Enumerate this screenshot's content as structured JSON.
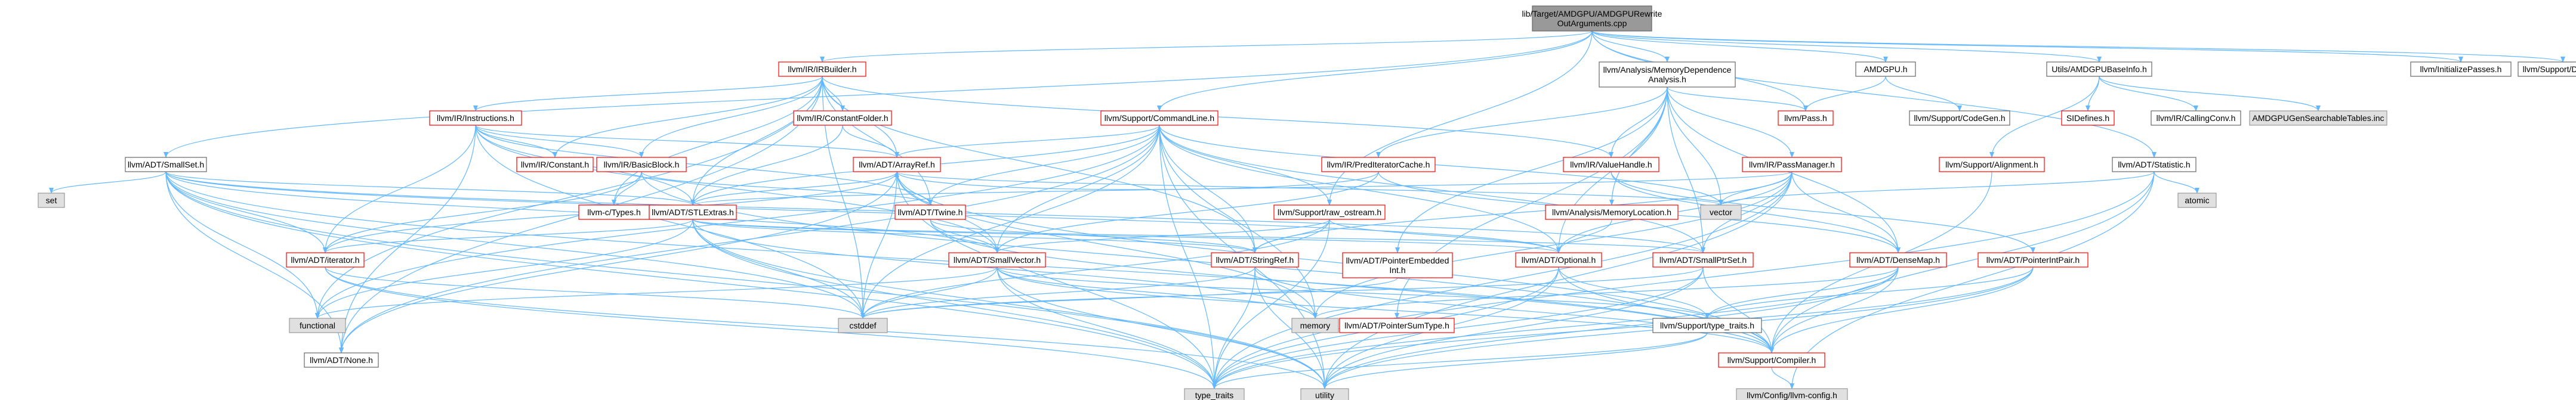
{
  "nodes": [
    {
      "id": "root",
      "lines": [
        "lib/Target/AMDGPU/AMDGPURewrite",
        "OutArguments.cpp"
      ],
      "style": "root",
      "clickable": false
    },
    {
      "id": "irbuilder",
      "lines": [
        "llvm/IR/IRBuilder.h"
      ],
      "style": "red",
      "clickable": true
    },
    {
      "id": "instructions",
      "lines": [
        "llvm/IR/Instructions.h"
      ],
      "style": "red",
      "clickable": true
    },
    {
      "id": "constfolder",
      "lines": [
        "llvm/IR/ConstantFolder.h"
      ],
      "style": "red",
      "clickable": true
    },
    {
      "id": "smallset",
      "lines": [
        "llvm/ADT/SmallSet.h"
      ],
      "style": "plain",
      "clickable": true
    },
    {
      "id": "set",
      "lines": [
        "set"
      ],
      "style": "gray",
      "clickable": false
    },
    {
      "id": "constant",
      "lines": [
        "llvm/IR/Constant.h"
      ],
      "style": "red",
      "clickable": true
    },
    {
      "id": "basicblock",
      "lines": [
        "llvm/IR/BasicBlock.h"
      ],
      "style": "red",
      "clickable": true
    },
    {
      "id": "cl",
      "lines": [
        "llvm/Support/CommandLine.h"
      ],
      "style": "red",
      "clickable": true
    },
    {
      "id": "arrayref",
      "lines": [
        "llvm/ADT/ArrayRef.h"
      ],
      "style": "red",
      "clickable": true
    },
    {
      "id": "ctypes",
      "lines": [
        "llvm-c/Types.h"
      ],
      "style": "red",
      "clickable": true
    },
    {
      "id": "stlextras",
      "lines": [
        "llvm/ADT/STLExtras.h"
      ],
      "style": "red",
      "clickable": true
    },
    {
      "id": "twine",
      "lines": [
        "llvm/ADT/Twine.h"
      ],
      "style": "red",
      "clickable": true
    },
    {
      "id": "iterator",
      "lines": [
        "llvm/ADT/iterator.h"
      ],
      "style": "red",
      "clickable": true
    },
    {
      "id": "smallvector",
      "lines": [
        "llvm/ADT/SmallVector.h"
      ],
      "style": "red",
      "clickable": true
    },
    {
      "id": "functional",
      "lines": [
        "functional"
      ],
      "style": "gray",
      "clickable": false
    },
    {
      "id": "cstddef",
      "lines": [
        "cstddef"
      ],
      "style": "gray",
      "clickable": false
    },
    {
      "id": "none",
      "lines": [
        "llvm/ADT/None.h"
      ],
      "style": "plain",
      "clickable": true
    },
    {
      "id": "typetraits",
      "lines": [
        "type_traits"
      ],
      "style": "gray",
      "clickable": false
    },
    {
      "id": "utility",
      "lines": [
        "utility"
      ],
      "style": "gray",
      "clickable": false
    },
    {
      "id": "memory",
      "lines": [
        "memory"
      ],
      "style": "gray",
      "clickable": false
    },
    {
      "id": "rawostream",
      "lines": [
        "llvm/Support/raw_ostream.h"
      ],
      "style": "red",
      "clickable": true
    },
    {
      "id": "stringref",
      "lines": [
        "llvm/ADT/StringRef.h"
      ],
      "style": "red",
      "clickable": true
    },
    {
      "id": "memdep",
      "lines": [
        "llvm/Analysis/MemoryDependence",
        "Analysis.h"
      ],
      "style": "plain",
      "clickable": true
    },
    {
      "id": "predcache",
      "lines": [
        "llvm/IR/PredIteratorCache.h"
      ],
      "style": "red",
      "clickable": true
    },
    {
      "id": "valuehandle",
      "lines": [
        "llvm/IR/ValueHandle.h"
      ],
      "style": "red",
      "clickable": true
    },
    {
      "id": "memloc",
      "lines": [
        "llvm/Analysis/MemoryLocation.h"
      ],
      "style": "red",
      "clickable": true
    },
    {
      "id": "passmanager",
      "lines": [
        "llvm/IR/PassManager.h"
      ],
      "style": "red",
      "clickable": true
    },
    {
      "id": "vector",
      "lines": [
        "vector"
      ],
      "style": "gray",
      "clickable": false
    },
    {
      "id": "ptrembint",
      "lines": [
        "llvm/ADT/PointerEmbedded",
        "Int.h"
      ],
      "style": "red",
      "clickable": true
    },
    {
      "id": "ptrsumtype",
      "lines": [
        "llvm/ADT/PointerSumType.h"
      ],
      "style": "red",
      "clickable": true
    },
    {
      "id": "optional",
      "lines": [
        "llvm/ADT/Optional.h"
      ],
      "style": "red",
      "clickable": true
    },
    {
      "id": "smallptrset",
      "lines": [
        "llvm/ADT/SmallPtrSet.h"
      ],
      "style": "red",
      "clickable": true
    },
    {
      "id": "densemap",
      "lines": [
        "llvm/ADT/DenseMap.h"
      ],
      "style": "red",
      "clickable": true
    },
    {
      "id": "supporttypetraits",
      "lines": [
        "llvm/Support/type_traits.h"
      ],
      "style": "plain",
      "clickable": true
    },
    {
      "id": "compiler",
      "lines": [
        "llvm/Support/Compiler.h"
      ],
      "style": "red",
      "clickable": true
    },
    {
      "id": "llvmconfig",
      "lines": [
        "llvm/Config/llvm-config.h"
      ],
      "style": "gray",
      "clickable": false
    },
    {
      "id": "amdgpu",
      "lines": [
        "AMDGPU.h"
      ],
      "style": "plain",
      "clickable": true
    },
    {
      "id": "pass",
      "lines": [
        "llvm/Pass.h"
      ],
      "style": "red",
      "clickable": true
    },
    {
      "id": "codegen",
      "lines": [
        "llvm/Support/CodeGen.h"
      ],
      "style": "plain",
      "clickable": true
    },
    {
      "id": "baseinfo",
      "lines": [
        "Utils/AMDGPUBaseInfo.h"
      ],
      "style": "plain",
      "clickable": true
    },
    {
      "id": "sidefines",
      "lines": [
        "SIDefines.h"
      ],
      "style": "red",
      "clickable": true
    },
    {
      "id": "callingconv",
      "lines": [
        "llvm/IR/CallingConv.h"
      ],
      "style": "plain",
      "clickable": true
    },
    {
      "id": "searchable",
      "lines": [
        "AMDGPUGenSearchableTables.inc"
      ],
      "style": "gray",
      "clickable": false
    },
    {
      "id": "alignment",
      "lines": [
        "llvm/Support/Alignment.h"
      ],
      "style": "red",
      "clickable": true
    },
    {
      "id": "ptrintpair",
      "lines": [
        "llvm/ADT/PointerIntPair.h"
      ],
      "style": "red",
      "clickable": true
    },
    {
      "id": "statistic",
      "lines": [
        "llvm/ADT/Statistic.h"
      ],
      "style": "plain",
      "clickable": true
    },
    {
      "id": "atomic",
      "lines": [
        "atomic"
      ],
      "style": "gray",
      "clickable": false
    },
    {
      "id": "initpasses",
      "lines": [
        "llvm/InitializePasses.h"
      ],
      "style": "plain",
      "clickable": true
    },
    {
      "id": "debug",
      "lines": [
        "llvm/Support/Debug.h"
      ],
      "style": "plain",
      "clickable": true
    }
  ],
  "edges": [
    [
      "root",
      "irbuilder"
    ],
    [
      "root",
      "smallset"
    ],
    [
      "root",
      "cl"
    ],
    [
      "root",
      "memdep"
    ],
    [
      "root",
      "amdgpu"
    ],
    [
      "root",
      "baseinfo"
    ],
    [
      "root",
      "statistic"
    ],
    [
      "root",
      "initpasses"
    ],
    [
      "root",
      "debug"
    ],
    [
      "root",
      "pass"
    ],
    [
      "root",
      "rawostream"
    ],
    [
      "irbuilder",
      "instructions"
    ],
    [
      "irbuilder",
      "constfolder"
    ],
    [
      "irbuilder",
      "constant"
    ],
    [
      "irbuilder",
      "basicblock"
    ],
    [
      "irbuilder",
      "arrayref"
    ],
    [
      "irbuilder",
      "ctypes"
    ],
    [
      "irbuilder",
      "stlextras"
    ],
    [
      "irbuilder",
      "twine"
    ],
    [
      "irbuilder",
      "valuehandle"
    ],
    [
      "irbuilder",
      "functional"
    ],
    [
      "irbuilder",
      "stringref"
    ],
    [
      "irbuilder",
      "none"
    ],
    [
      "irbuilder",
      "cstddef"
    ],
    [
      "instructions",
      "constant"
    ],
    [
      "instructions",
      "basicblock"
    ],
    [
      "instructions",
      "arrayref"
    ],
    [
      "instructions",
      "stlextras"
    ],
    [
      "instructions",
      "twine"
    ],
    [
      "instructions",
      "iterator"
    ],
    [
      "instructions",
      "none"
    ],
    [
      "instructions",
      "cstddef"
    ],
    [
      "instructions",
      "smallvector"
    ],
    [
      "constfolder",
      "arrayref"
    ],
    [
      "constfolder",
      "stlextras"
    ],
    [
      "basicblock",
      "ctypes"
    ],
    [
      "basicblock",
      "twine"
    ],
    [
      "basicblock",
      "iterator"
    ],
    [
      "basicblock",
      "compiler"
    ],
    [
      "smallset",
      "set"
    ],
    [
      "smallset",
      "iterator"
    ],
    [
      "smallset",
      "stlextras"
    ],
    [
      "smallset",
      "smallvector"
    ],
    [
      "smallset",
      "smallptrset"
    ],
    [
      "smallset",
      "optional"
    ],
    [
      "smallset",
      "none"
    ],
    [
      "smallset",
      "typetraits"
    ],
    [
      "smallset",
      "functional"
    ],
    [
      "smallset",
      "cstddef"
    ],
    [
      "smallset",
      "utility"
    ],
    [
      "smallset",
      "compiler"
    ],
    [
      "cl",
      "arrayref"
    ],
    [
      "cl",
      "stlextras"
    ],
    [
      "cl",
      "twine"
    ],
    [
      "cl",
      "smallvector"
    ],
    [
      "cl",
      "stringref"
    ],
    [
      "cl",
      "smallptrset"
    ],
    [
      "cl",
      "rawostream"
    ],
    [
      "cl",
      "optional"
    ],
    [
      "cl",
      "functional"
    ],
    [
      "cl",
      "cstddef"
    ],
    [
      "cl",
      "typetraits"
    ],
    [
      "cl",
      "vector"
    ],
    [
      "cl",
      "memory"
    ],
    [
      "cl",
      "utility"
    ],
    [
      "cl",
      "none"
    ],
    [
      "arrayref",
      "stlextras"
    ],
    [
      "arrayref",
      "smallvector"
    ],
    [
      "arrayref",
      "none"
    ],
    [
      "arrayref",
      "compiler"
    ],
    [
      "arrayref",
      "cstddef"
    ],
    [
      "arrayref",
      "memory"
    ],
    [
      "arrayref",
      "typetraits"
    ],
    [
      "arrayref",
      "vector"
    ],
    [
      "arrayref",
      "iterator"
    ],
    [
      "stlextras",
      "iterator"
    ],
    [
      "stlextras",
      "optional"
    ],
    [
      "stlextras",
      "stringref"
    ],
    [
      "stlextras",
      "functional"
    ],
    [
      "stlextras",
      "cstddef"
    ],
    [
      "stlextras",
      "utility"
    ],
    [
      "stlextras",
      "typetraits"
    ],
    [
      "stlextras",
      "memory"
    ],
    [
      "stlextras",
      "smallptrset"
    ],
    [
      "twine",
      "smallvector"
    ],
    [
      "twine",
      "stringref"
    ],
    [
      "twine",
      "compiler"
    ],
    [
      "iterator",
      "cstddef"
    ],
    [
      "iterator",
      "typetraits"
    ],
    [
      "iterator",
      "utility"
    ],
    [
      "smallvector",
      "cstddef"
    ],
    [
      "smallvector",
      "functional"
    ],
    [
      "smallvector",
      "memory"
    ],
    [
      "smallvector",
      "typetraits"
    ],
    [
      "smallvector",
      "utility"
    ],
    [
      "smallvector",
      "compiler"
    ],
    [
      "smallvector",
      "supporttypetraits"
    ],
    [
      "rawostream",
      "stringref"
    ],
    [
      "rawostream",
      "optional"
    ],
    [
      "rawostream",
      "cstddef"
    ],
    [
      "rawostream",
      "typetraits"
    ],
    [
      "rawostream",
      "smallvector"
    ],
    [
      "stringref",
      "cstddef"
    ],
    [
      "stringref",
      "typetraits"
    ],
    [
      "stringref",
      "utility"
    ],
    [
      "stringref",
      "compiler"
    ],
    [
      "memdep",
      "predcache"
    ],
    [
      "memdep",
      "valuehandle"
    ],
    [
      "memdep",
      "memloc"
    ],
    [
      "memdep",
      "passmanager"
    ],
    [
      "memdep",
      "pass"
    ],
    [
      "memdep",
      "vector"
    ],
    [
      "memdep",
      "ptrembint"
    ],
    [
      "memdep",
      "ptrsumtype"
    ],
    [
      "memdep",
      "optional"
    ],
    [
      "memdep",
      "densemap"
    ],
    [
      "memdep",
      "smallptrset"
    ],
    [
      "predcache",
      "arrayref"
    ],
    [
      "predcache",
      "densemap"
    ],
    [
      "predcache",
      "smallvector"
    ],
    [
      "valuehandle",
      "densemap"
    ],
    [
      "valuehandle",
      "ptrintpair"
    ],
    [
      "memloc",
      "optional"
    ],
    [
      "passmanager",
      "stlextras"
    ],
    [
      "passmanager",
      "densemap"
    ],
    [
      "passmanager",
      "smallptrset"
    ],
    [
      "passmanager",
      "vector"
    ],
    [
      "passmanager",
      "typetraits"
    ],
    [
      "passmanager",
      "utility"
    ],
    [
      "passmanager",
      "memory"
    ],
    [
      "passmanager",
      "stringref"
    ],
    [
      "passmanager",
      "optional"
    ],
    [
      "ptrembint",
      "cstddef"
    ],
    [
      "optional",
      "utility"
    ],
    [
      "optional",
      "typetraits"
    ],
    [
      "optional",
      "compiler"
    ],
    [
      "optional",
      "supporttypetraits"
    ],
    [
      "smallptrset",
      "compiler"
    ],
    [
      "smallptrset",
      "typetraits"
    ],
    [
      "smallptrset",
      "utility"
    ],
    [
      "smallptrset",
      "cstddef"
    ],
    [
      "densemap",
      "compiler"
    ],
    [
      "densemap",
      "supporttypetraits"
    ],
    [
      "densemap",
      "utility"
    ],
    [
      "densemap",
      "typetraits"
    ],
    [
      "densemap",
      "memory"
    ],
    [
      "supporttypetraits",
      "utility"
    ],
    [
      "supporttypetraits",
      "typetraits"
    ],
    [
      "compiler",
      "llvmconfig"
    ],
    [
      "amdgpu",
      "pass"
    ],
    [
      "amdgpu",
      "codegen"
    ],
    [
      "baseinfo",
      "sidefines"
    ],
    [
      "baseinfo",
      "callingconv"
    ],
    [
      "baseinfo",
      "searchable"
    ],
    [
      "baseinfo",
      "alignment"
    ],
    [
      "alignment",
      "compiler"
    ],
    [
      "ptrintpair",
      "compiler"
    ],
    [
      "ptrintpair",
      "supporttypetraits"
    ],
    [
      "ptrintpair",
      "typetraits"
    ],
    [
      "ptrintpair",
      "utility"
    ],
    [
      "statistic",
      "atomic"
    ],
    [
      "statistic",
      "vector"
    ],
    [
      "statistic",
      "compiler"
    ],
    [
      "statistic",
      "llvmconfig"
    ],
    [
      "statistic",
      "typetraits"
    ]
  ],
  "colors": {
    "root_fill": "#999999",
    "root_stroke": "#666666",
    "red_fill": "#ffffff",
    "red_stroke": "#ff0000",
    "plain_fill": "#ffffff",
    "plain_stroke": "#666666",
    "gray_fill": "#e0e0e0",
    "gray_stroke": "#999999",
    "edge": "#63b8ff"
  }
}
